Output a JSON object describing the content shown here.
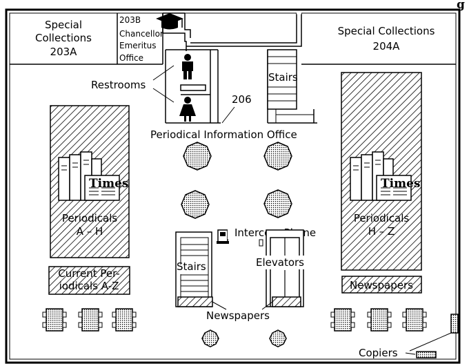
{
  "header_fragment": "g",
  "rooms": {
    "special_203a": [
      "Special",
      "Collections",
      "203A"
    ],
    "office_203b": [
      "203B",
      "Chancellor",
      "Emeritus",
      "Office"
    ],
    "special_204a": [
      "Special Collections",
      "204A"
    ],
    "room_206": "206"
  },
  "labels": {
    "restrooms": "Restrooms",
    "stairs_top": "Stairs",
    "stairs_bottom": "Stairs",
    "periodical_info": "Periodical Information Office",
    "intercom": "Intercom Phone",
    "elevators": "Elevators",
    "newspapers_center": "Newspapers",
    "copiers": "Copiers"
  },
  "shelves": {
    "left": [
      "Periodicals",
      "A – H"
    ],
    "right": [
      "Periodicals",
      "H – Z"
    ],
    "current": [
      "Current Per-",
      "iodicals A-Z"
    ],
    "newspapers_right": "Newspapers"
  },
  "newspaper_masthead": "Times",
  "colors": {
    "ink": "#000000",
    "paper": "#ffffff"
  }
}
